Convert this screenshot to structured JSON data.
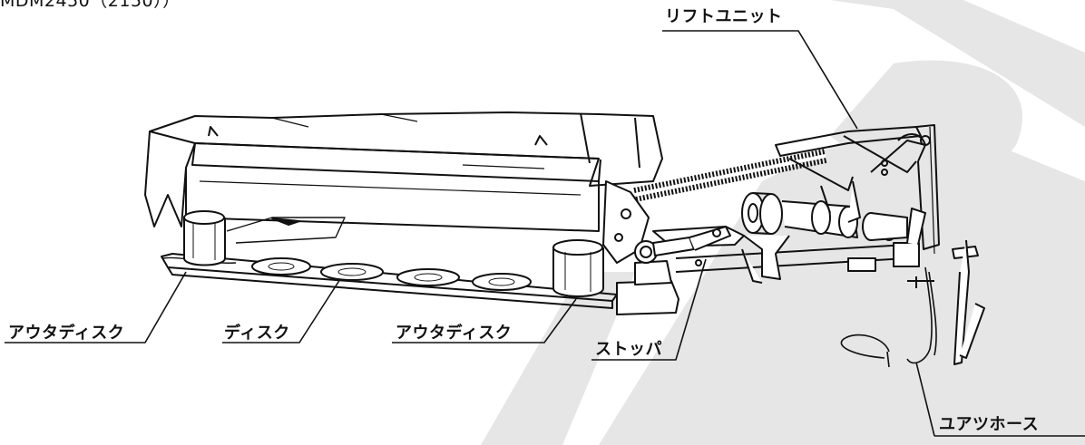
{
  "diagram": {
    "model_title": "MDM2450（2150））",
    "labels": {
      "lift_unit": "リフトユニット",
      "outer_disc_left": "アウタディスク",
      "disc": "ディスク",
      "outer_disc_right": "アウタディスク",
      "stopper": "ストッパ",
      "oil_pressure_hose": "ユアツホース"
    },
    "colors": {
      "background": "#ffffff",
      "line": "#111111",
      "watermark": "#e6e6e6"
    }
  }
}
